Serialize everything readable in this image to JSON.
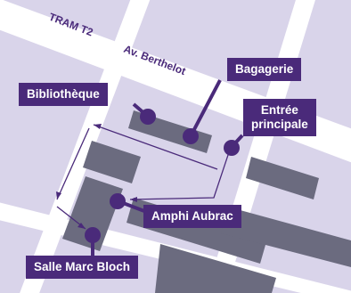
{
  "map": {
    "street_labels": {
      "tram": "TRAM T2",
      "avenue": "Av. Berthelot"
    },
    "places": [
      {
        "id": "bagagerie",
        "label": "Bagagerie"
      },
      {
        "id": "bibliotheque",
        "label": "Bibliothèque"
      },
      {
        "id": "entree",
        "label_line1": "Entrée",
        "label_line2": "principale"
      },
      {
        "id": "amphi",
        "label": "Amphi Aubrac"
      },
      {
        "id": "salle",
        "label": "Salle Marc Bloch"
      }
    ],
    "colors": {
      "background": "#d9d4ea",
      "street": "#ffffff",
      "building": "#6b6b7f",
      "marker": "#4a2a7a",
      "label_bg": "#4a2a7a",
      "route": "#4a2a7a"
    }
  }
}
